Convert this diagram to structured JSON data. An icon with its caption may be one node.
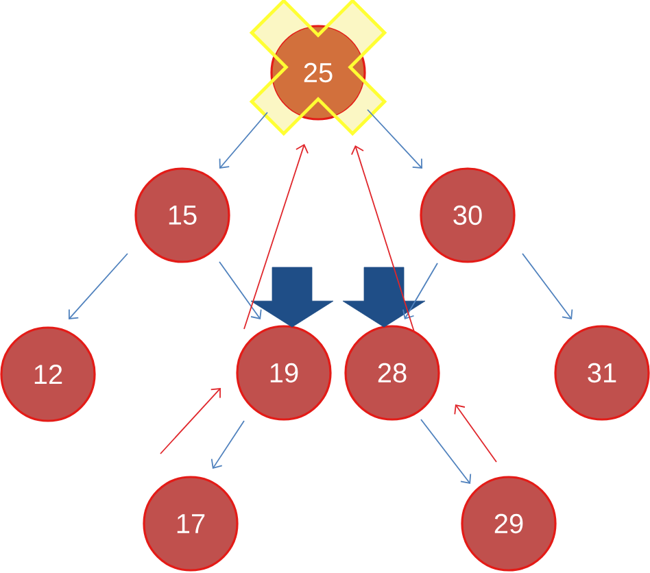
{
  "diagram": {
    "nodes": [
      {
        "text": [
          "25"
        ]
      },
      {
        "text": [
          "15"
        ]
      },
      {
        "text": [
          "30"
        ]
      },
      {
        "text": [
          "12"
        ]
      },
      {
        "text": [
          "19"
        ]
      },
      {
        "text": [
          "28"
        ]
      },
      {
        "text": [
          "31"
        ]
      },
      {
        "text": [
          "17"
        ]
      },
      {
        "text": [
          "29"
        ]
      }
    ],
    "edges": [
      {
        "from": 0,
        "to": 1,
        "arrow": "to"
      },
      {
        "from": 0,
        "to": 2,
        "arrow": "to"
      },
      {
        "from": 1,
        "to": 3,
        "arrow": "to"
      },
      {
        "from": 1,
        "to": 4,
        "arrow": "to"
      },
      {
        "from": 2,
        "to": 5,
        "arrow": "to"
      },
      {
        "from": 2,
        "to": 6,
        "arrow": "to"
      },
      {
        "from": 4,
        "to": 7,
        "arrow": "to"
      },
      {
        "from": 5,
        "to": 8,
        "arrow": "to"
      },
      {
        "from": 7,
        "to": 4,
        "arrow": "to",
        "color": "#e0262b"
      },
      {
        "from": 4,
        "to": 0,
        "arrow": "to",
        "color": "#e0262b"
      },
      {
        "from": 5,
        "to": 0,
        "arrow": "to",
        "color": "#e0262b"
      },
      {
        "from": 8,
        "to": 5,
        "arrow": "to",
        "color": "#e0262b"
      },
      {
        "from": null,
        "to": 4,
        "arrow": "to",
        "style": "thick",
        "color": "#1f4e87"
      },
      {
        "from": null,
        "to": 5,
        "arrow": "to",
        "style": "thick",
        "color": "#1f4e87"
      }
    ]
  }
}
